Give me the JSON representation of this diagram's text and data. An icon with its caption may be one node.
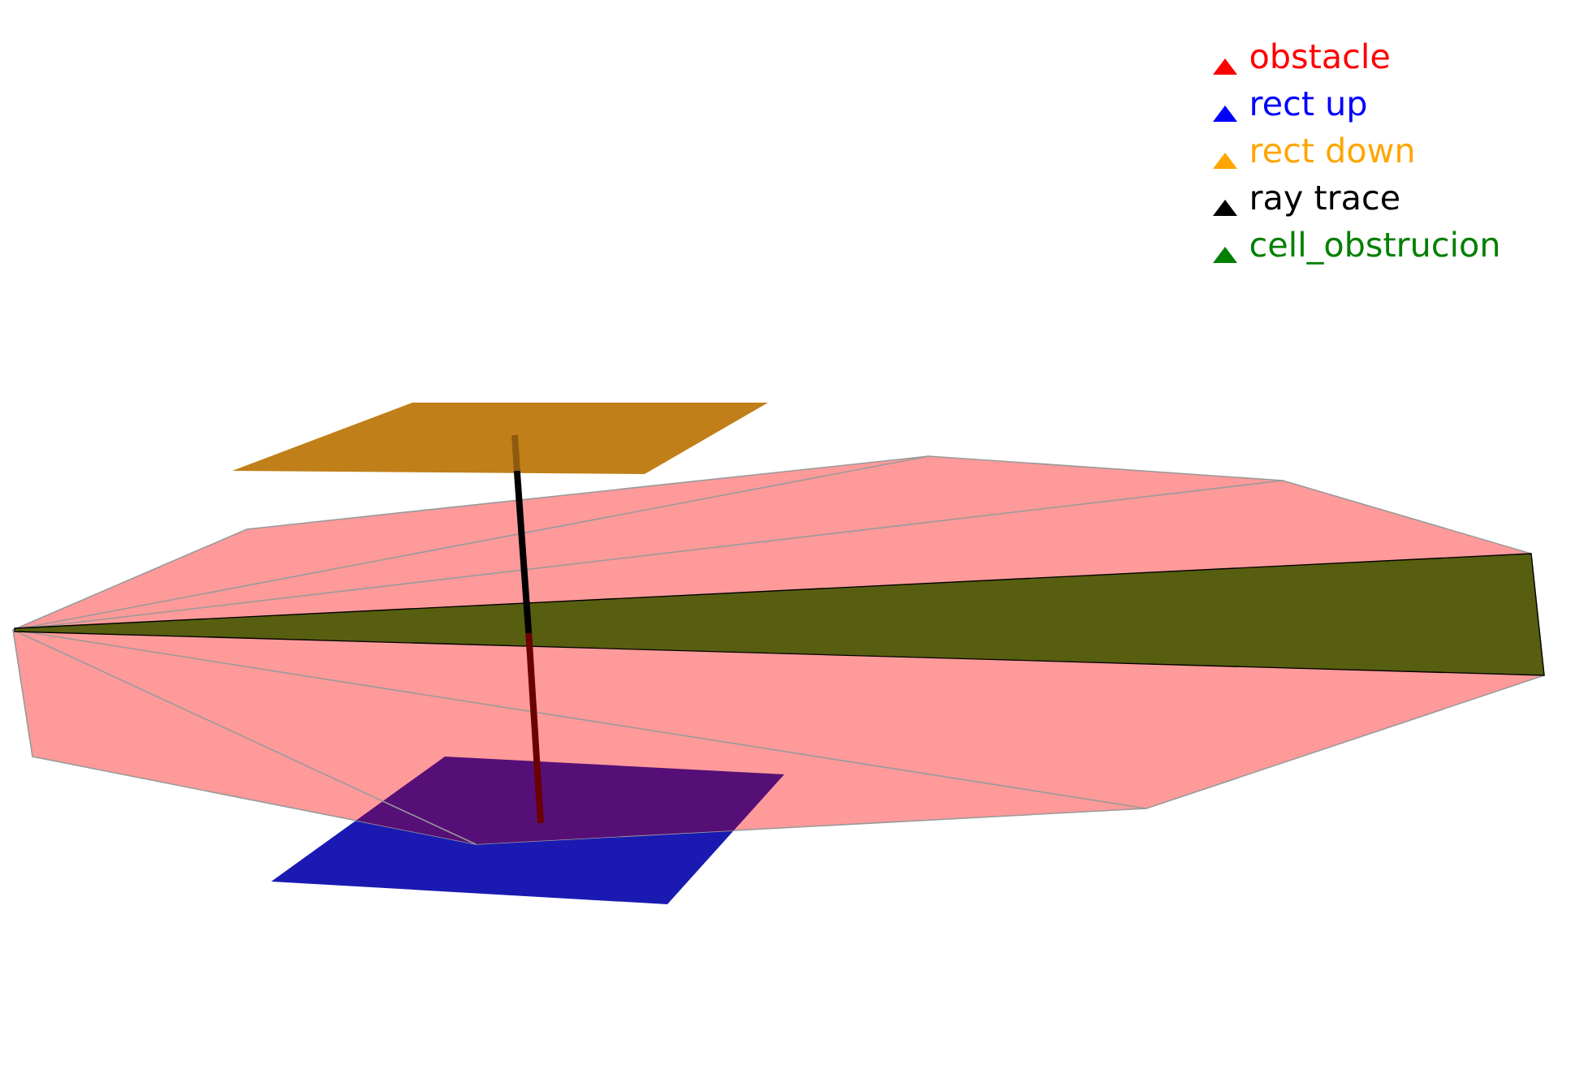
{
  "diagram": {
    "legend": [
      {
        "text": "obstacle",
        "color": "#ff0000"
      },
      {
        "text": "rect up",
        "color": "#0000ff"
      },
      {
        "text": "rect down",
        "color": "#ffa500"
      },
      {
        "text": "ray trace",
        "color": "#000000"
      },
      {
        "text": "cell_obstrucion",
        "color": "#008000"
      }
    ]
  }
}
